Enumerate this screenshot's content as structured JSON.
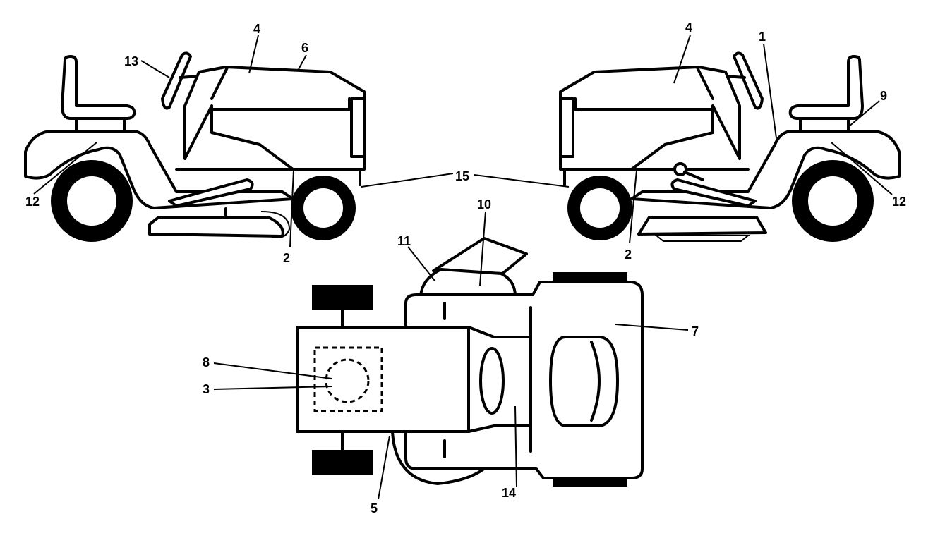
{
  "callouts": {
    "c1": "1",
    "c2_left": "2",
    "c2_right": "2",
    "c3": "3",
    "c4_left": "4",
    "c4_right": "4",
    "c5": "5",
    "c6": "6",
    "c7": "7",
    "c8": "8",
    "c9": "9",
    "c10": "10",
    "c11": "11",
    "c12_left": "12",
    "c12_right": "12",
    "c13": "13",
    "c14": "14",
    "c15": "15"
  }
}
